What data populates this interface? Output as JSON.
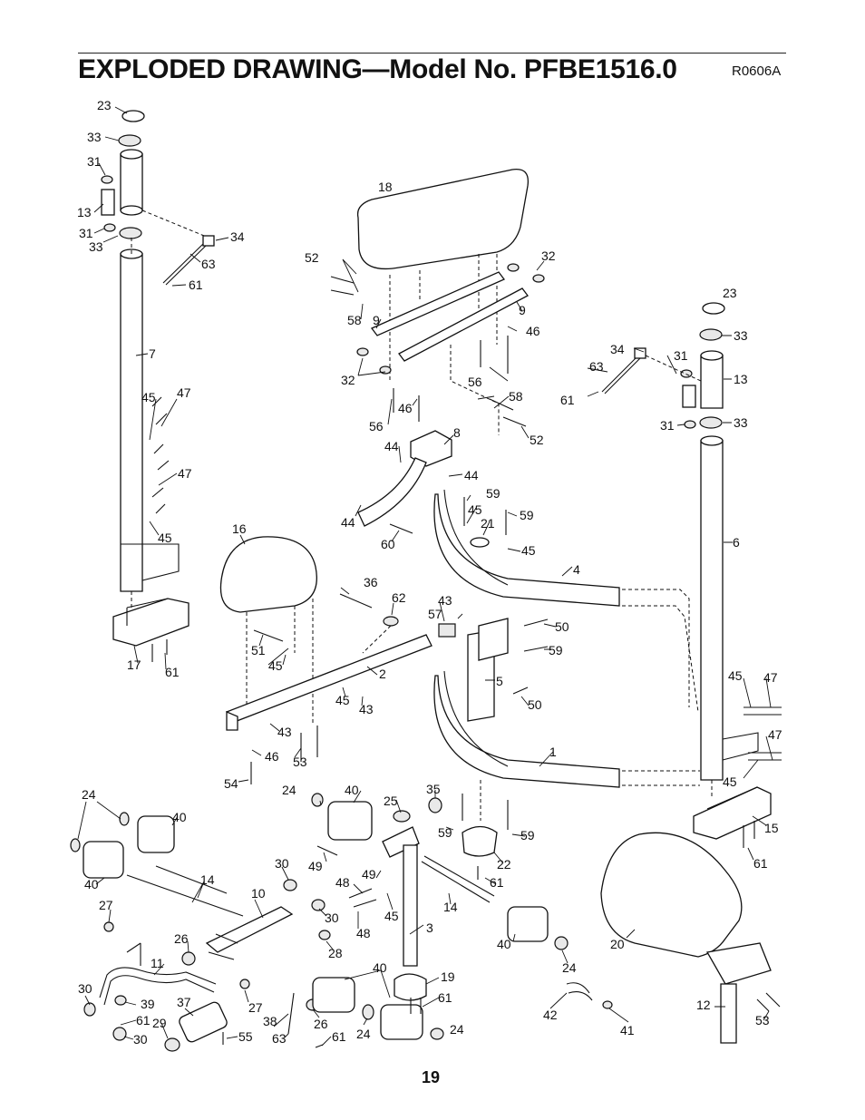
{
  "header": {
    "title": "EXPLODED DRAWING—Model No. PFBE1516.0",
    "code": "R0606A"
  },
  "footer": {
    "page_number": "19"
  },
  "callouts": {
    "c1": "1",
    "c2": "2",
    "c3": "3",
    "c4": "4",
    "c5": "5",
    "c6": "6",
    "c7": "7",
    "c8": "8",
    "c9": "9",
    "c10": "10",
    "c11": "11",
    "c12": "12",
    "c13": "13",
    "c14": "14",
    "c15": "15",
    "c16": "16",
    "c17": "17",
    "c18": "18",
    "c19": "19",
    "c20": "20",
    "c21": "21",
    "c22": "22",
    "c23": "23",
    "c24": "24",
    "c25": "25",
    "c26": "26",
    "c27": "27",
    "c28": "28",
    "c29": "29",
    "c30": "30",
    "c31": "31",
    "c32": "32",
    "c33": "33",
    "c34": "34",
    "c35": "35",
    "c36": "36",
    "c37": "37",
    "c38": "38",
    "c39": "39",
    "c40": "40",
    "c41": "41",
    "c42": "42",
    "c43": "43",
    "c44": "44",
    "c45": "45",
    "c46": "46",
    "c47": "47",
    "c48": "48",
    "c49": "49",
    "c50": "50",
    "c51": "51",
    "c52": "52",
    "c53": "53",
    "c54": "54",
    "c55": "55",
    "c56": "56",
    "c57": "57",
    "c58": "58",
    "c59": "59",
    "c60": "60",
    "c61": "61",
    "c62": "62",
    "c63": "63"
  }
}
